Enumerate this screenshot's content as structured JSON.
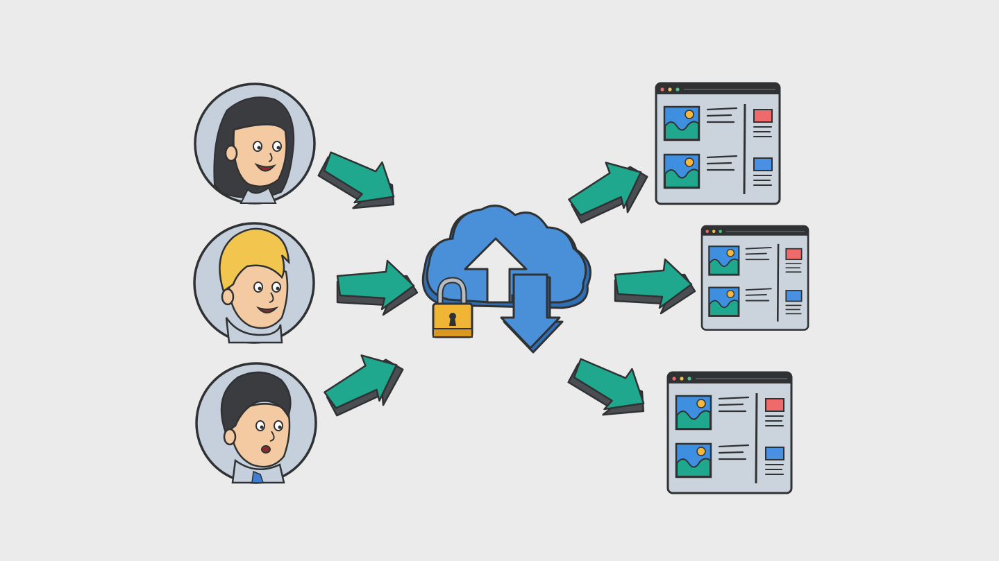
{
  "colors": {
    "background": "#ebebeb",
    "outline": "#2f3133",
    "avatar_fill": "#c5d0dc",
    "skin": "#f3caa2",
    "hair_dark": "#3a3c40",
    "hair_blond": "#f2c54e",
    "arrow_face": "#1fa88e",
    "arrow_side": "#4a4d52",
    "cloud_fill": "#4a90d9",
    "cloud_shadow": "#2f6fb5",
    "lock_gold": "#f0b535",
    "lock_shackle": "#b8bcc2",
    "window_fill": "#cbd3dd",
    "window_bar": "#2f3133",
    "image_sky": "#3f8fe0",
    "image_hill": "#1fa88e",
    "image_sun": "#f5b83d",
    "badge_red": "#ef6a6a",
    "badge_blue": "#4a90e2",
    "dot_red": "#ef6a6a",
    "dot_yellow": "#f5c04a",
    "dot_green": "#4cc38a"
  },
  "users": [
    {
      "name": "user-woman-avatar",
      "hair": "dark"
    },
    {
      "name": "user-blond-man-avatar",
      "hair": "blond"
    },
    {
      "name": "user-dark-haired-man-avatar",
      "hair": "dark"
    }
  ],
  "incoming_arrows": [
    "arrow-user-1-to-cloud",
    "arrow-user-2-to-cloud",
    "arrow-user-3-to-cloud"
  ],
  "outgoing_arrows": [
    "arrow-cloud-to-site-1",
    "arrow-cloud-to-site-2",
    "arrow-cloud-to-site-3"
  ],
  "center": {
    "icon": "cloud-sync-icon",
    "lock_icon": "padlock-icon"
  },
  "sites": [
    {
      "name": "website-window-1",
      "badges": [
        "red",
        "blue"
      ]
    },
    {
      "name": "website-window-2",
      "badges": [
        "red",
        "blue"
      ]
    },
    {
      "name": "website-window-3",
      "badges": [
        "red",
        "blue"
      ]
    }
  ]
}
